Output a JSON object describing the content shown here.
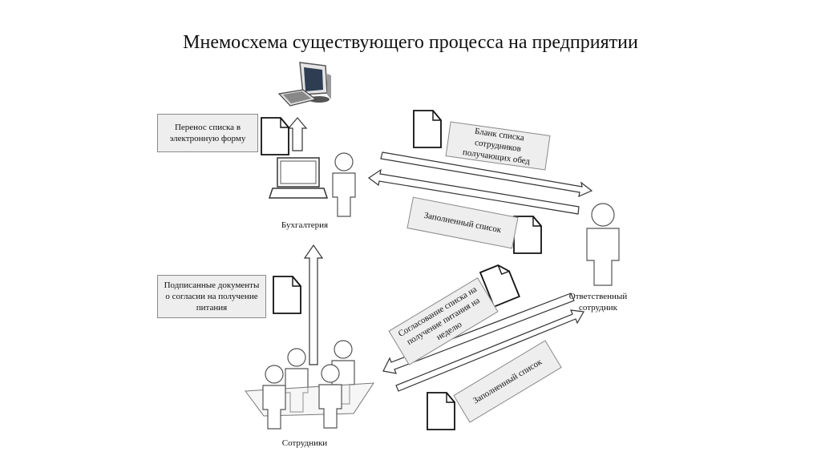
{
  "title": "Мнемосхема существующего процесса на предприятии",
  "nodes": {
    "accounting": "Бухгалтерия",
    "responsible": "Ответственный сотрудник",
    "employees": "Сотрудники"
  },
  "notes": {
    "transfer": "Перенос списка в электронную форму",
    "signed_docs": "Подписанные документы о согласии на получение питания",
    "blank_list": "Бланк списка сотрудников получающих обед",
    "filled_list_top": "Заполненный список",
    "approval": "Согласование списка на получение питания на неделю",
    "filled_list_bottom": "Заполненный список"
  },
  "colors": {
    "note_fill": "#eeeeee",
    "figure_fill": "#ffffff",
    "figure_stroke": "#555555",
    "monitor_screen": "#2e3d52"
  }
}
